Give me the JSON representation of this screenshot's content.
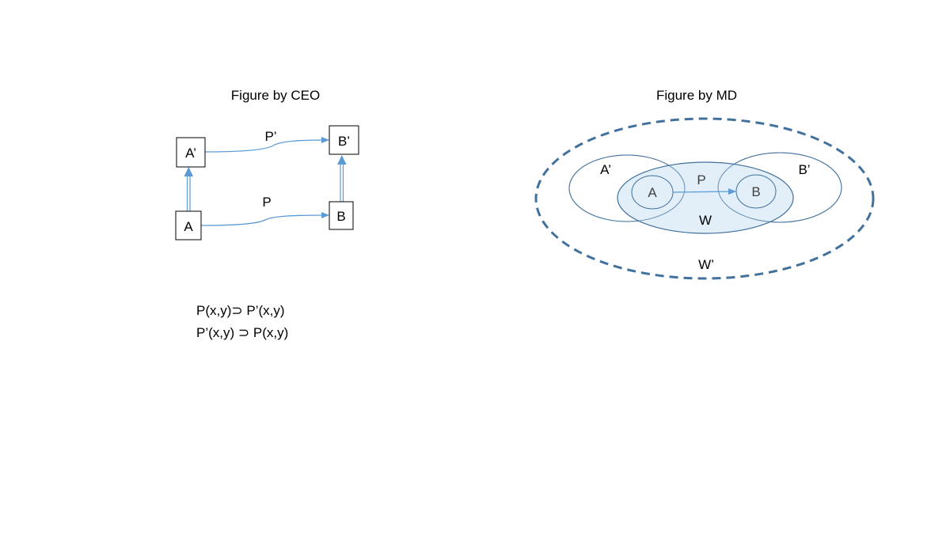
{
  "left_figure": {
    "title": "Figure by CEO",
    "nodes": {
      "a_prime": "A’",
      "b_prime": "B’",
      "a": "A",
      "b": "B"
    },
    "edges": {
      "p_prime": "P’",
      "p": "P"
    },
    "formulas": [
      "P(x,y)⊃ P’(x,y)",
      "P’(x,y) ⊃ P(x,y)"
    ]
  },
  "right_figure": {
    "title": "Figure by MD",
    "labels": {
      "a_prime": "A’",
      "b_prime": "B’",
      "a": "A",
      "b": "B",
      "p": "P",
      "w": "W",
      "w_prime": "W’"
    }
  },
  "colors": {
    "arrow": "#5B9BD5",
    "ellipse_stroke": "#41719C",
    "w_fill": "#DDEBF7",
    "text": "#000000",
    "inner_text": "#404040"
  }
}
